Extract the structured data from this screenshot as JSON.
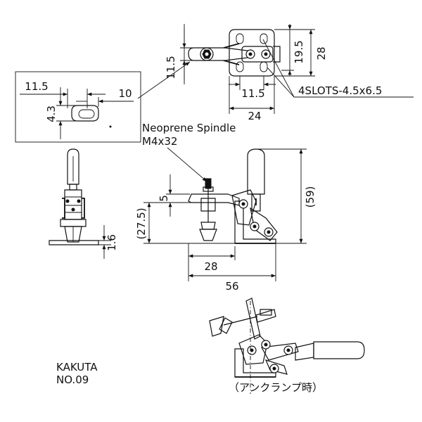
{
  "dims": {
    "top_height_left": "11.5",
    "top_height_19": "19.5",
    "top_height_28": "28",
    "top_width_11": "11.5",
    "top_width_24": "24",
    "slots": "4SLOTS-4.5x6.5",
    "detail_width": "11.5",
    "detail_offset": "10",
    "detail_height": "4.3",
    "spindle_name": "Neoprene Spindle",
    "spindle_size": "M4x32",
    "side_thickness": "1.6",
    "main_5": "5",
    "main_27": "(27.5)",
    "main_59": "(59)",
    "main_28": "28",
    "main_56": "56"
  },
  "caption": {
    "brand": "KAKUTA",
    "model": "NO.09",
    "unclamp": "（アンクランプ時）"
  }
}
